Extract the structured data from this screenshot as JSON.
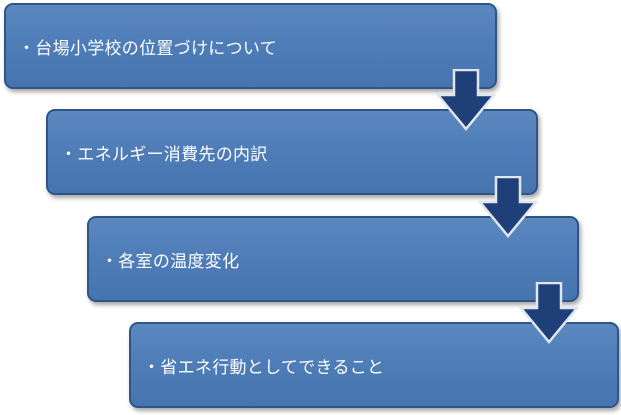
{
  "diagram": {
    "steps": [
      {
        "label": "・台場小学校の位置づけについて"
      },
      {
        "label": "・エネルギー消費先の内訳"
      },
      {
        "label": "・各室の温度変化"
      },
      {
        "label": "・省エネ行動としてできること"
      }
    ],
    "colors": {
      "box_fill": "#4f7db8",
      "box_border": "#2f5486",
      "arrow_fill": "#1f3f78",
      "arrow_outline": "#dfe6ef",
      "text": "#ffffff"
    },
    "connector_icon": "down-arrow-icon"
  }
}
